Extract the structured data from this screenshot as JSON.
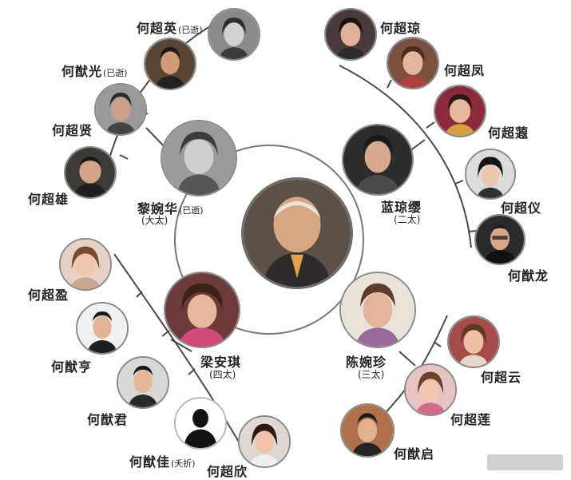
{
  "patriarch": {
    "name": "",
    "icon": "elderly-man-portrait"
  },
  "wives": [
    {
      "id": "w1",
      "name": "黎婉华",
      "note": "(已逝)",
      "title": "(大太)"
    },
    {
      "id": "w2",
      "name": "蓝琼缨",
      "note": "",
      "title": "(二太)"
    },
    {
      "id": "w3",
      "name": "陈婉珍",
      "note": "",
      "title": "(三太)"
    },
    {
      "id": "w4",
      "name": "梁安琪",
      "note": "",
      "title": "(四太)"
    }
  ],
  "children": {
    "w1": [
      {
        "name": "何超英",
        "note": "(已逝)"
      },
      {
        "name": "何猷光",
        "note": "(已逝)"
      },
      {
        "name": "何超贤",
        "note": ""
      },
      {
        "name": "何超雄",
        "note": ""
      }
    ],
    "w2": [
      {
        "name": "何超琼",
        "note": ""
      },
      {
        "name": "何超凤",
        "note": ""
      },
      {
        "name": "何超蕸",
        "note": ""
      },
      {
        "name": "何超仪",
        "note": ""
      },
      {
        "name": "何猷龙",
        "note": ""
      }
    ],
    "w3": [
      {
        "name": "何超云",
        "note": ""
      },
      {
        "name": "何超莲",
        "note": ""
      },
      {
        "name": "何猷启",
        "note": ""
      }
    ],
    "w4": [
      {
        "name": "何超盈",
        "note": ""
      },
      {
        "name": "何猷亨",
        "note": ""
      },
      {
        "name": "何猷君",
        "note": ""
      },
      {
        "name": "何猷佳",
        "note": "(夭折)"
      },
      {
        "name": "何超欣",
        "note": ""
      }
    ]
  },
  "colors": {
    "line": "#4a4a4a",
    "ring": "#777777",
    "text": "#222222",
    "bg": "#ffffff"
  }
}
